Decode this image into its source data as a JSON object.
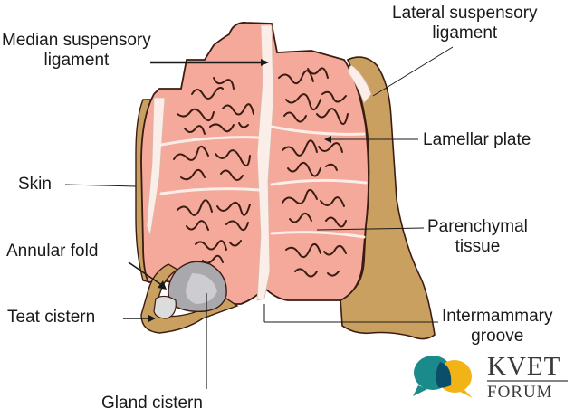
{
  "labels": {
    "median_suspensory": [
      "Median suspensory",
      "ligament"
    ],
    "lateral_suspensory": [
      "Lateral suspensory",
      "ligament"
    ],
    "lamellar_plate": "Lamellar plate",
    "skin": "Skin",
    "parenchymal_tissue": [
      "Parenchymal",
      "tissue"
    ],
    "annular_fold": "Annular fold",
    "teat_cistern": "Teat cistern",
    "intermammary_groove": [
      "Intermammary",
      "groove"
    ],
    "gland_cistern": "Gland cistern"
  },
  "logo": {
    "name": "KVET",
    "sub": "FORUM",
    "colors": {
      "teal": "#1a8b8a",
      "yellow": "#f2b316"
    }
  },
  "colors": {
    "tissue_pink": "#f4a99b",
    "skin_tan": "#c9a060",
    "outline": "#3b1c12",
    "ligament_white": "#fbeee8"
  }
}
